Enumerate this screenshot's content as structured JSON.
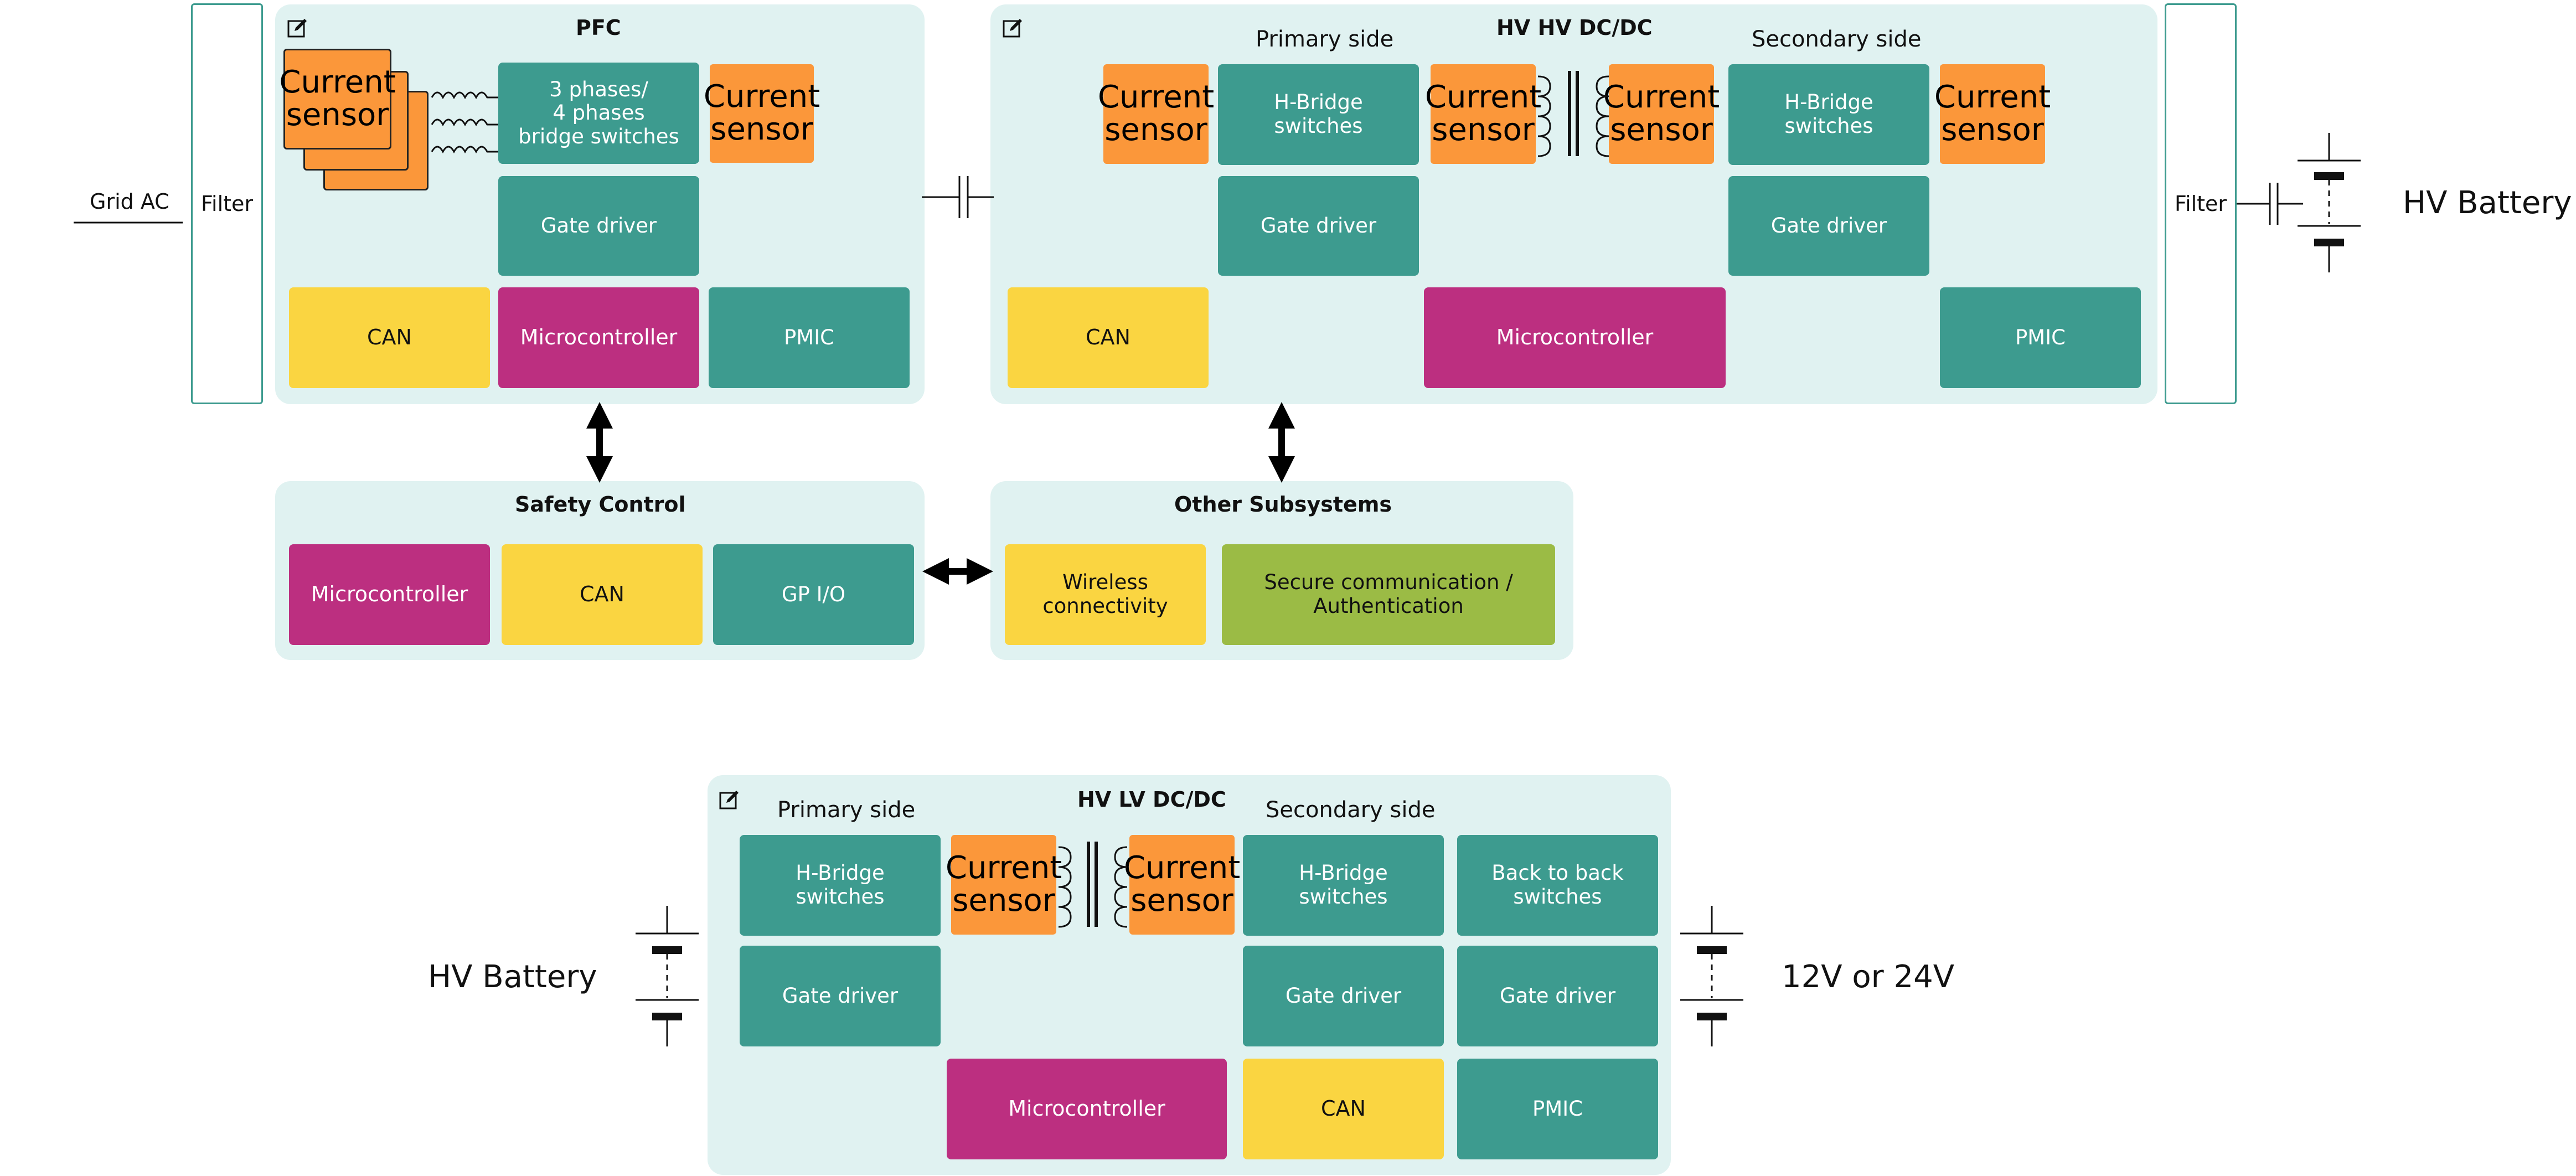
{
  "labels": {
    "grid_ac": "Grid AC",
    "filter": "Filter",
    "hv_battery": "HV Battery",
    "output_voltage": "12V or 24V"
  },
  "pfc": {
    "title": "PFC",
    "current_sensor": "Current\nsensor",
    "switches": "3 phases/\n4 phases\nbridge switches",
    "gate_driver": "Gate driver",
    "can": "CAN",
    "microcontroller": "Microcontroller",
    "pmic": "PMIC"
  },
  "hvhv": {
    "title": "HV HV DC/DC",
    "primary_side": "Primary side",
    "secondary_side": "Secondary side",
    "current_sensor": "Current\nsensor",
    "hbridge": "H-Bridge\nswitches",
    "gate_driver": "Gate driver",
    "can": "CAN",
    "microcontroller": "Microcontroller",
    "pmic": "PMIC"
  },
  "safety": {
    "title": "Safety Control",
    "microcontroller": "Microcontroller",
    "can": "CAN",
    "gpio": "GP I/O"
  },
  "other": {
    "title": "Other Subsystems",
    "wireless": "Wireless\nconnectivity",
    "secure": "Secure communication /\nAuthentication"
  },
  "hvlv": {
    "title": "HV LV DC/DC",
    "primary_side": "Primary side",
    "secondary_side": "Secondary side",
    "current_sensor": "Current\nsensor",
    "hbridge": "H-Bridge\nswitches",
    "back_to_back": "Back to back\nswitches",
    "gate_driver": "Gate driver",
    "microcontroller": "Microcontroller",
    "can": "CAN",
    "pmic": "PMIC"
  },
  "colors": {
    "panel": "#e0f2f1",
    "teal": "#3d9b8f",
    "yellow": "#fad541",
    "magenta": "#bc2f80",
    "orange": "#fb973a",
    "green": "#9bbb45"
  },
  "icons": {
    "edit": "edit-icon",
    "arrow": "double-arrow",
    "battery": "battery-symbol",
    "capacitor": "capacitor-symbol",
    "inductor": "inductor-symbol",
    "transformer": "transformer-symbol"
  }
}
